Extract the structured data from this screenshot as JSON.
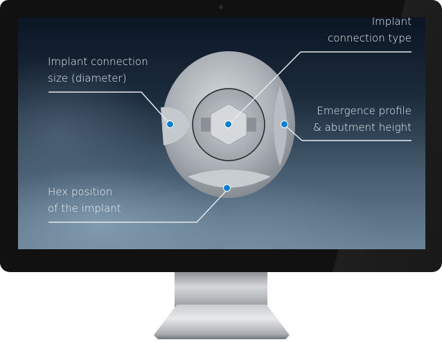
{
  "monitor": {
    "colors": {
      "bezel": "#111111",
      "dot": "#0a7fd0",
      "text": "#eef2f5"
    }
  },
  "callouts": [
    {
      "id": "size",
      "lines": [
        "Implant connection",
        "size (diameter)"
      ]
    },
    {
      "id": "type",
      "lines": [
        "Implant",
        "connection type"
      ]
    },
    {
      "id": "emergence",
      "lines": [
        "Emergence profile",
        "& abutment height"
      ]
    },
    {
      "id": "hex",
      "lines": [
        "Hex position",
        "of the implant"
      ]
    }
  ]
}
